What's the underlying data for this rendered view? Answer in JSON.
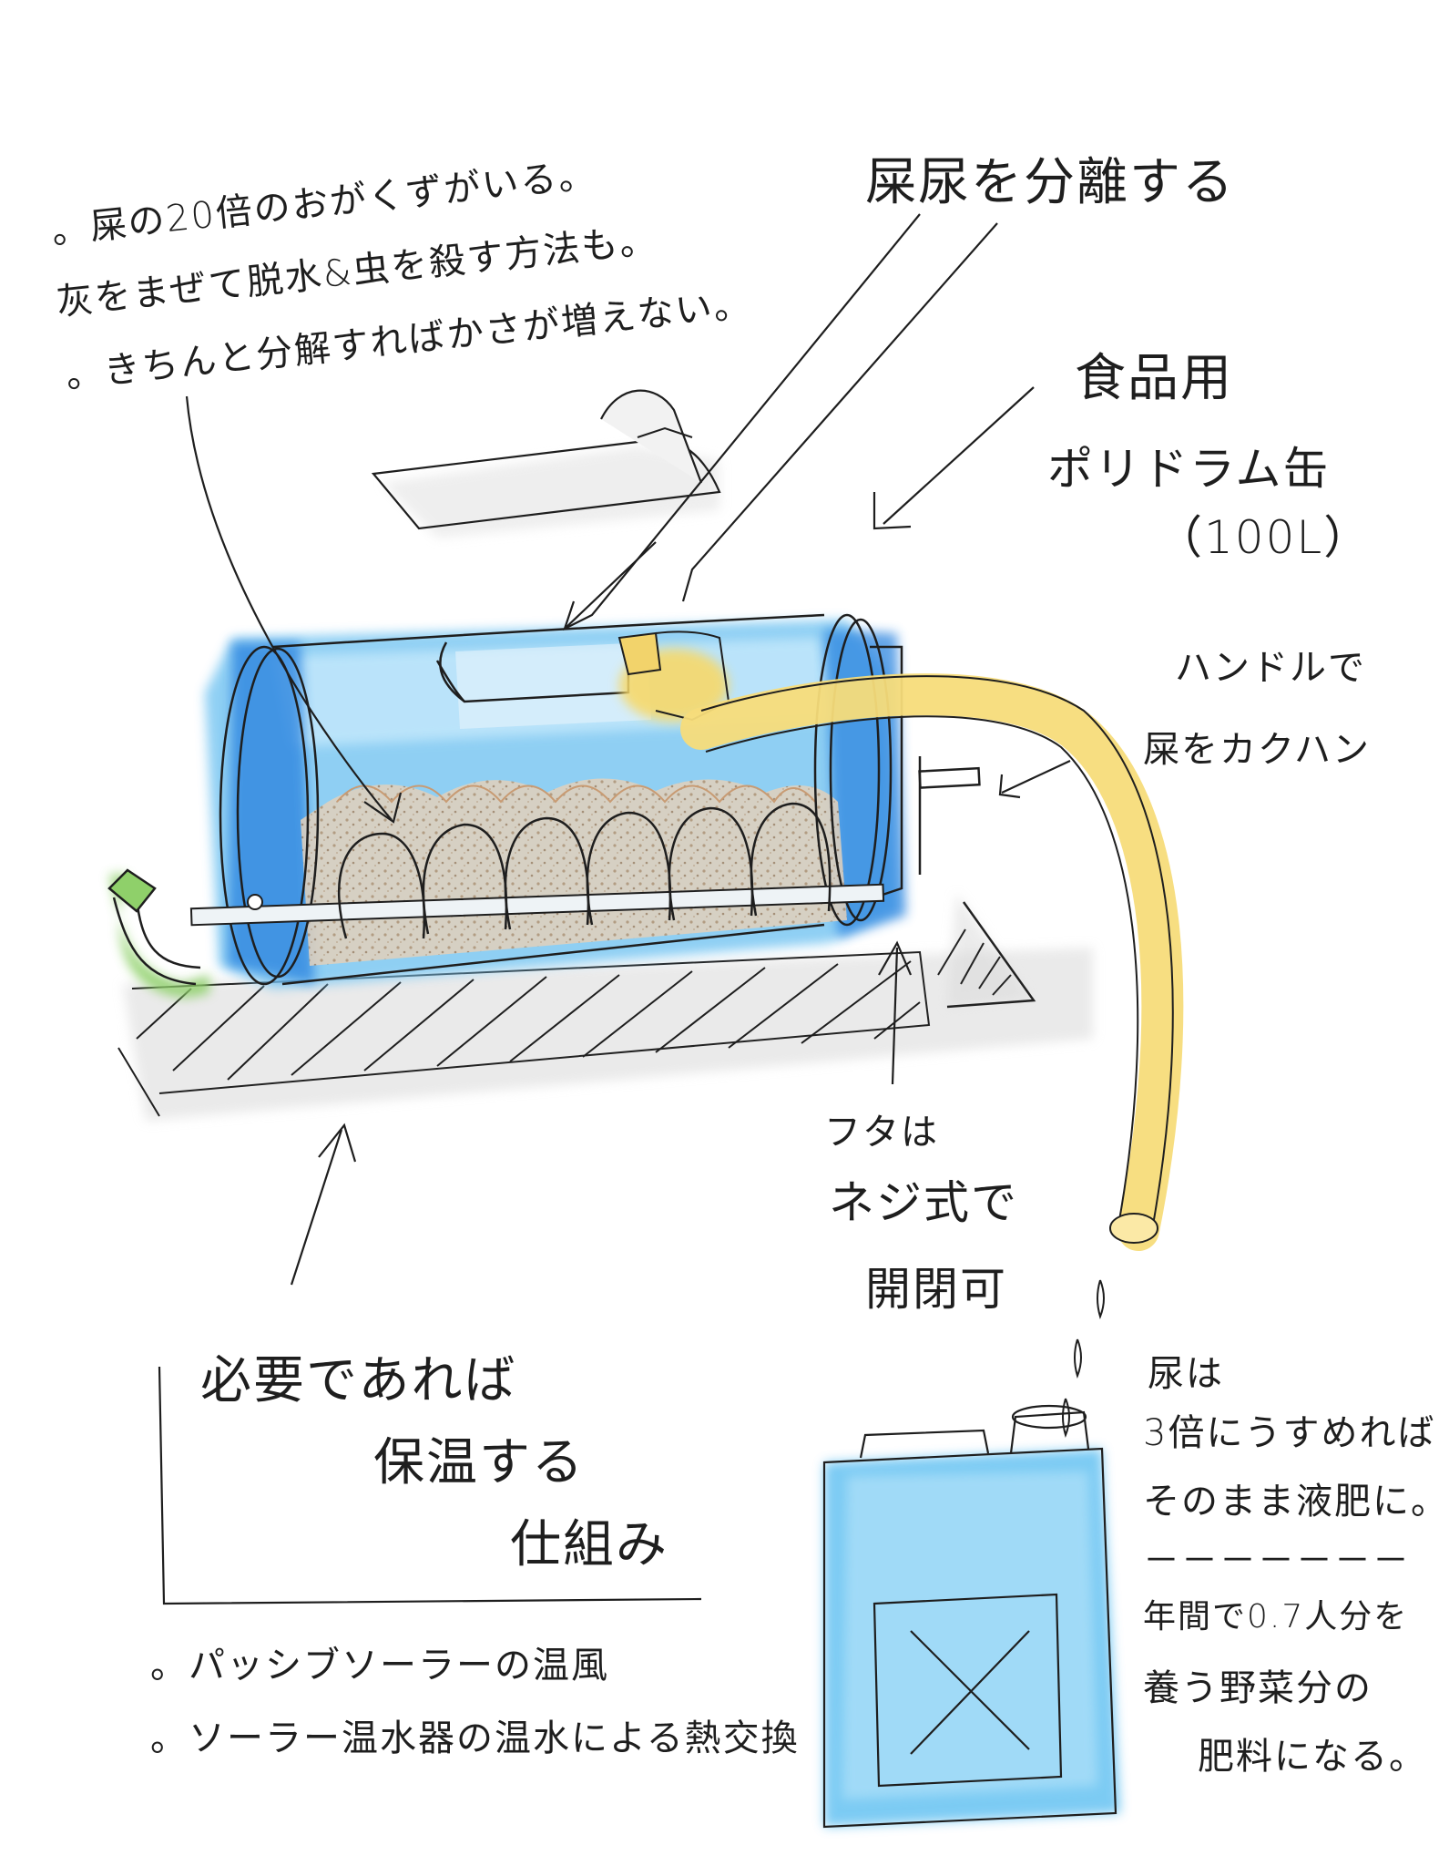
{
  "notes_top_left": [
    "。屎の20倍のおがくずがいる。",
    "灰をまぜて脱水&虫を殺す方法も。",
    "。きちんと分解すればかさが増えない。"
  ],
  "label_separate": "屎尿を分離する",
  "label_drum": [
    "食品用",
    "ポリドラム缶",
    "（100L）"
  ],
  "label_handle": [
    "ハンドルで",
    "屎をカクハン"
  ],
  "label_lid": [
    "フタは",
    "ネジ式で",
    "開閉可"
  ],
  "label_heat_title": [
    "必要であれば",
    "保温する",
    "仕組み"
  ],
  "label_heat_items": [
    "。パッシブソーラーの温風",
    "。ソーラー温水器の温水による熱交換"
  ],
  "label_urine": [
    "尿は",
    "3倍にうすめれば",
    "そのまま液肥に。",
    "－－－－－－－",
    "年間で0.7人分を",
    "養う野菜分の",
    "肥料になる。"
  ],
  "colors": {
    "drum_blue": "#5fb8ee",
    "drum_deep": "#2f86e0",
    "hose_yellow": "#f7dc7a",
    "rotation_green": "#8fd06a",
    "sawdust": "#d8c2a8",
    "tank_blue": "#66c2f2",
    "ink": "#1e1e1e"
  }
}
